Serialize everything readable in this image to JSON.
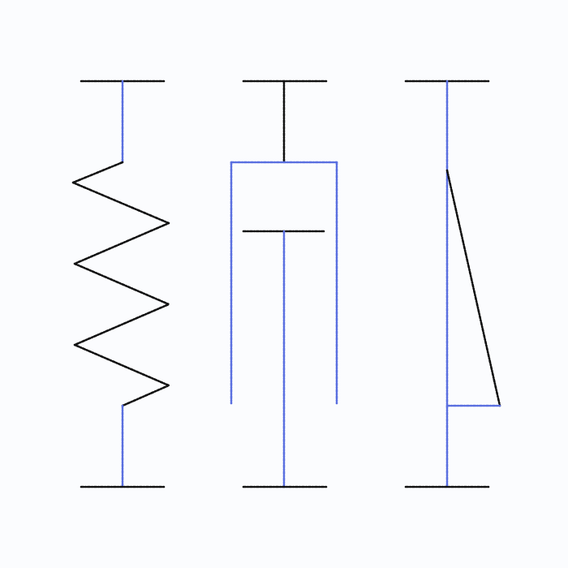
{
  "diagram": {
    "elements": [
      {
        "kind": "spring",
        "icon": "spring-icon"
      },
      {
        "kind": "dashpot",
        "icon": "dashpot-icon"
      },
      {
        "kind": "wedge",
        "icon": "wedge-icon"
      }
    ],
    "colors": {
      "background": "#fbfcfe",
      "ink_dark": "#111111",
      "ink_blue": "#5a6fe0"
    }
  }
}
